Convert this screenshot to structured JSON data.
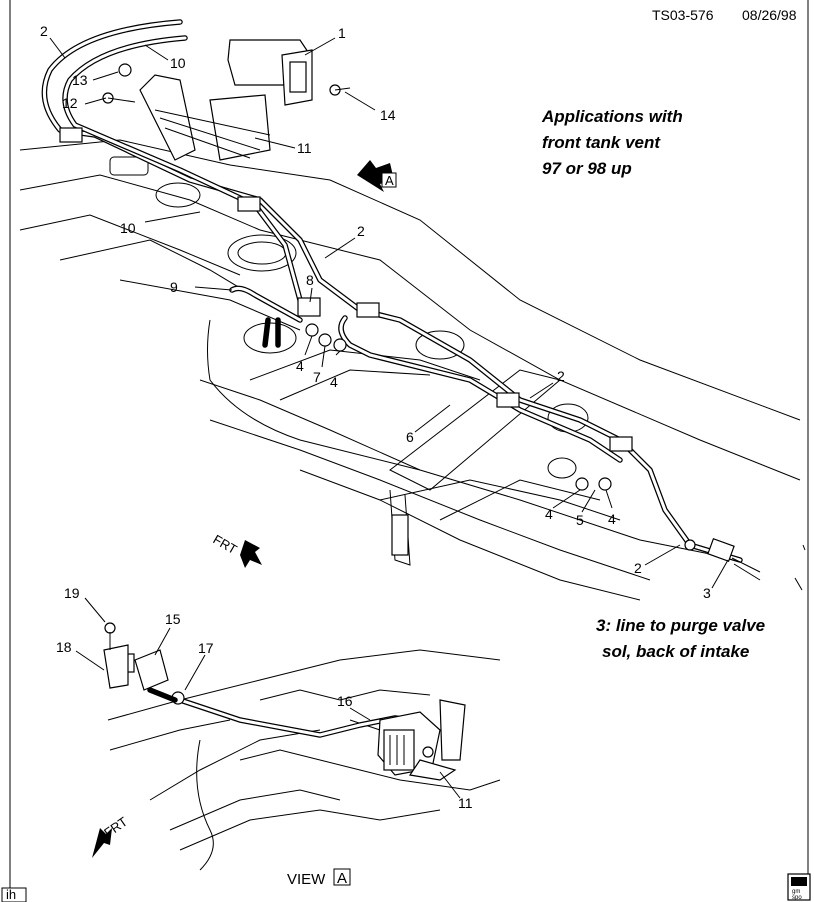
{
  "header": {
    "code": "TS03-576",
    "date": "08/26/98"
  },
  "notes": {
    "applications": [
      "Applications with",
      "front tank vent",
      "97 or 98 up"
    ],
    "line_note": [
      "3:  line to purge valve",
      "sol, back of intake"
    ]
  },
  "labels": {
    "frt": "FRT",
    "view_text": "VIEW",
    "view_letter": "A",
    "view_arrow_letter": "A",
    "corner_tag": "ih",
    "logo_text": [
      "gm",
      "spo"
    ]
  },
  "callouts": {
    "c1": "1",
    "c2a": "2",
    "c2b": "2",
    "c2c": "2",
    "c2d": "2",
    "c3": "3",
    "c4a": "4",
    "c4b": "4",
    "c4c": "4",
    "c4d": "4",
    "c5": "5",
    "c6": "6",
    "c7": "7",
    "c8": "8",
    "c9": "9",
    "c10a": "10",
    "c10b": "10",
    "c11a": "11",
    "c11b": "11",
    "c12": "12",
    "c13": "13",
    "c14": "14",
    "c15": "15",
    "c16": "16",
    "c17": "17",
    "c18": "18",
    "c19": "19"
  }
}
